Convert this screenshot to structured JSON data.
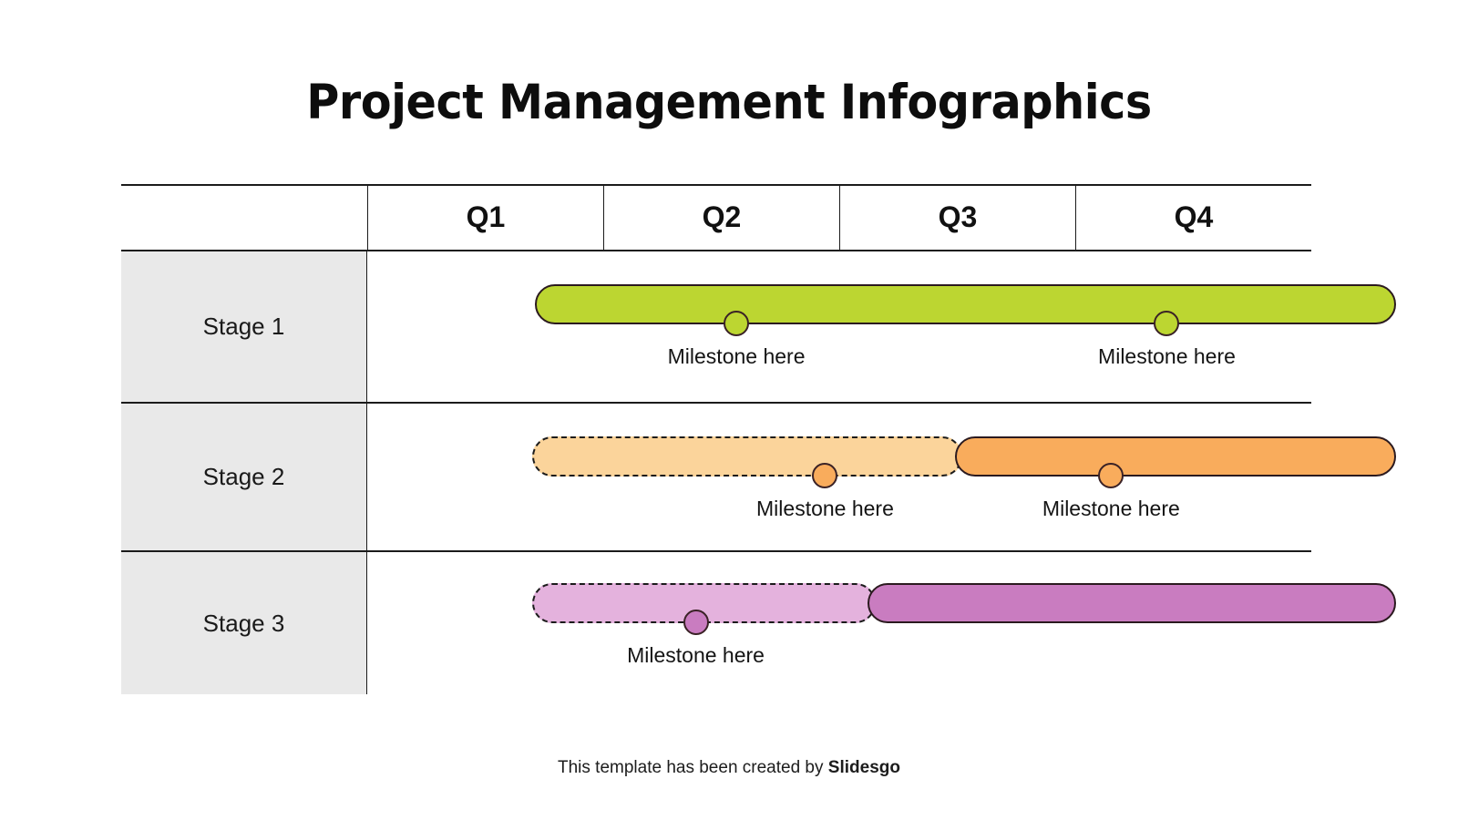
{
  "title": "Project Management Infographics",
  "table": {
    "corner_label": "",
    "columns": [
      "Q1",
      "Q2",
      "Q3",
      "Q4"
    ],
    "rows": [
      {
        "stage_label": "Stage 1",
        "bars": [
          {
            "fill": "#BCD631",
            "style": "solid",
            "left_pct": 17.8,
            "width_pct": 91.2
          }
        ],
        "milestones": [
          {
            "label": "Milestone here",
            "left_pct": 39.1,
            "dot_fill": "#BCD631"
          },
          {
            "label": "Milestone here",
            "left_pct": 84.7,
            "dot_fill": "#BCD631"
          }
        ]
      },
      {
        "stage_label": "Stage 2",
        "bars": [
          {
            "fill": "#FBD49B",
            "style": "dashed",
            "left_pct": 17.5,
            "width_pct": 45.5
          },
          {
            "fill": "#F9AC5C",
            "style": "solid",
            "left_pct": 62.3,
            "width_pct": 46.7
          }
        ],
        "milestones": [
          {
            "label": "Milestone here",
            "left_pct": 48.5,
            "dot_fill": "#F9AC5C"
          },
          {
            "label": "Milestone here",
            "left_pct": 78.8,
            "dot_fill": "#F9AC5C"
          }
        ]
      },
      {
        "stage_label": "Stage 3",
        "bars": [
          {
            "fill": "#E4B2DD",
            "style": "dashed",
            "left_pct": 17.5,
            "width_pct": 36.4
          },
          {
            "fill": "#C97CC0",
            "style": "solid",
            "left_pct": 53.0,
            "width_pct": 56.0
          }
        ],
        "milestones": [
          {
            "label": "Milestone here",
            "left_pct": 34.8,
            "dot_fill": "#C97CC0"
          }
        ]
      }
    ]
  },
  "footer": {
    "text_prefix": "This template has been created by ",
    "brand": "Slidesgo"
  },
  "colors": {
    "stage_cell_bg": "#E9E9E9",
    "line": "#1B1B1B",
    "green": "#BCD631",
    "orange_light": "#FBD49B",
    "orange": "#F9AC5C",
    "purple_light": "#E4B2DD",
    "purple": "#C97CC0"
  }
}
